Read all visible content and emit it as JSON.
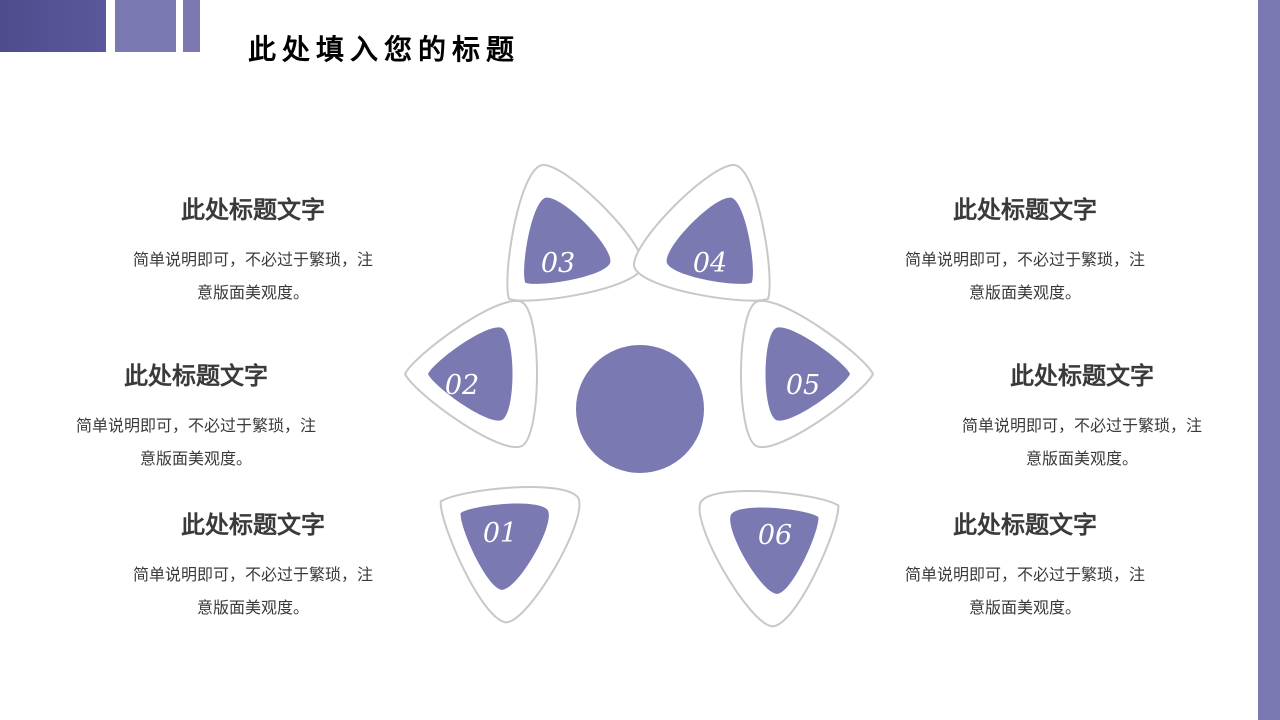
{
  "title": "此处填入您的标题",
  "colors": {
    "accent": "#7b79b2",
    "dark_accent": "#4e4c8d",
    "outline": "#c8c8c8",
    "text": "#3a3a3a"
  },
  "items": [
    {
      "number": "01",
      "heading": "此处标题文字",
      "desc_line1": "简单说明即可，不必过于繁琐，注",
      "desc_line2": "意版面美观度。"
    },
    {
      "number": "02",
      "heading": "此处标题文字",
      "desc_line1": "简单说明即可，不必过于繁琐，注",
      "desc_line2": "意版面美观度。"
    },
    {
      "number": "03",
      "heading": "此处标题文字",
      "desc_line1": "简单说明即可，不必过于繁琐，注",
      "desc_line2": "意版面美观度。"
    },
    {
      "number": "04",
      "heading": "此处标题文字",
      "desc_line1": "简单说明即可，不必过于繁琐，注",
      "desc_line2": "意版面美观度。"
    },
    {
      "number": "05",
      "heading": "此处标题文字",
      "desc_line1": "简单说明即可，不必过于繁琐，注",
      "desc_line2": "意版面美观度。"
    },
    {
      "number": "06",
      "heading": "此处标题文字",
      "desc_line1": "简单说明即可，不必过于繁琐，注",
      "desc_line2": "意版面美观度。"
    }
  ]
}
